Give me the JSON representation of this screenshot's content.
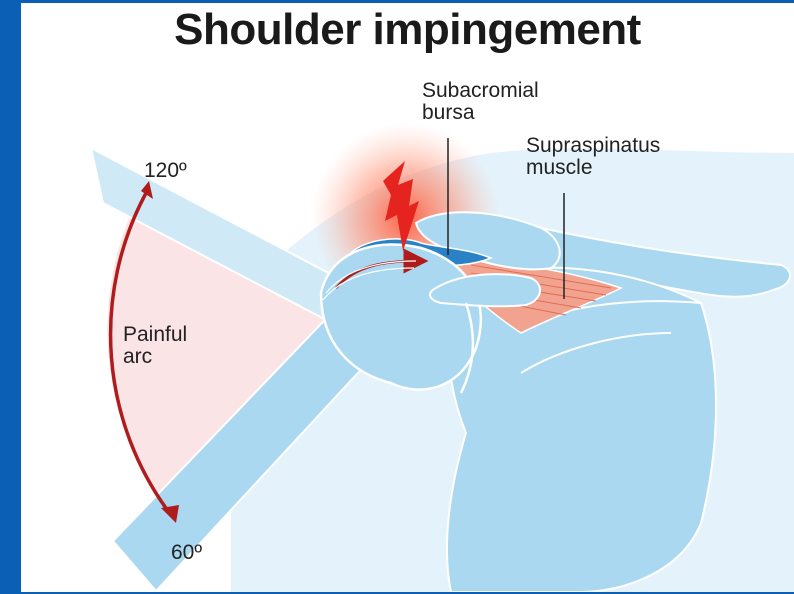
{
  "title": "Shoulder impingement",
  "labels": {
    "subacromial_bursa": [
      "Subacromial",
      "bursa"
    ],
    "supraspinatus_muscle": [
      "Supraspinatus",
      "muscle"
    ],
    "painful_arc": [
      "Painful",
      "arc"
    ],
    "angle_upper": "120º",
    "angle_lower": "60º"
  },
  "colors": {
    "page_border": "#0b5fb5",
    "bone_fill": "#a9d8f0",
    "bone_outline": "#ffffff",
    "body_background": "#ddf0fa",
    "arc_fill": "#fbe4e6",
    "arc_arrow": "#b01c1c",
    "pain_glow": "#ff6a4d",
    "bursa": "#2a82c6",
    "muscle": "#f1a38f"
  }
}
